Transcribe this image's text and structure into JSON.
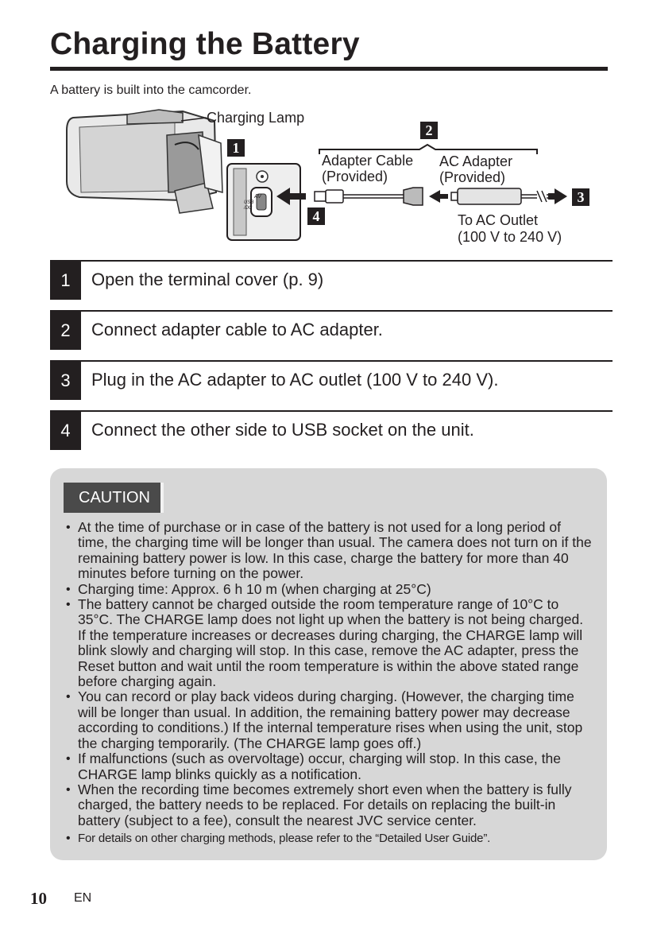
{
  "title": "Charging the Battery",
  "intro": "A battery is built into the camcorder.",
  "diagram": {
    "charging_lamp": "Charging Lamp",
    "adapter_cable_line1": "Adapter Cable",
    "adapter_cable_line2": "(Provided)",
    "ac_adapter_line1": "AC Adapter",
    "ac_adapter_line2": "(Provided)",
    "outlet_line1": "To AC Outlet",
    "outlet_line2": "(100 V to 240 V)",
    "marker_1": "1",
    "marker_2": "2",
    "marker_3": "3",
    "marker_4": "4",
    "port_av": "AV",
    "port_usb": "USB",
    "port_dc": "/DC"
  },
  "steps": [
    {
      "num": "1",
      "text": "Open the terminal cover (p. 9)"
    },
    {
      "num": "2",
      "text": "Connect adapter cable to AC adapter."
    },
    {
      "num": "3",
      "text": "Plug in the AC adapter to AC outlet (100 V to 240 V)."
    },
    {
      "num": "4",
      "text": "Connect the other side to USB socket on the unit."
    }
  ],
  "caution": {
    "title": "CAUTION",
    "items": [
      "At the time of purchase or in case of the battery is not used for a long period of time, the charging time will be longer than usual. The camera does not turn on if the remaining battery power is low. In this case, charge the battery for more than 40 minutes before turning on the power.",
      "Charging time: Approx. 6 h 10 m (when charging at 25°C)",
      "The battery cannot be charged outside the room temperature range of 10°C to 35°C. The CHARGE lamp does not light up when the battery is not being charged. If the temperature increases or decreases during charging, the CHARGE lamp will blink slowly and charging will stop. In this case, remove the AC adapter, press the Reset button and wait until the room temperature is within the above stated range before charging again.",
      "You can record or play back videos during charging. (However, the charging time will be longer than usual. In addition, the remaining battery power may decrease according to conditions.) If the internal temperature rises when using the unit, stop the charging temporarily. (The CHARGE lamp goes off.)",
      "If malfunctions (such as overvoltage) occur, charging will stop. In this case, the CHARGE lamp blinks quickly as a notification.",
      "When the recording time becomes extremely short even when the battery is fully charged, the battery needs to be replaced. For details on replacing the built-in battery (subject to a fee), consult the nearest JVC service center.",
      "For details on other charging methods, please refer to the “Detailed User Guide”."
    ]
  },
  "footer": {
    "page_number": "10",
    "language": "EN"
  }
}
